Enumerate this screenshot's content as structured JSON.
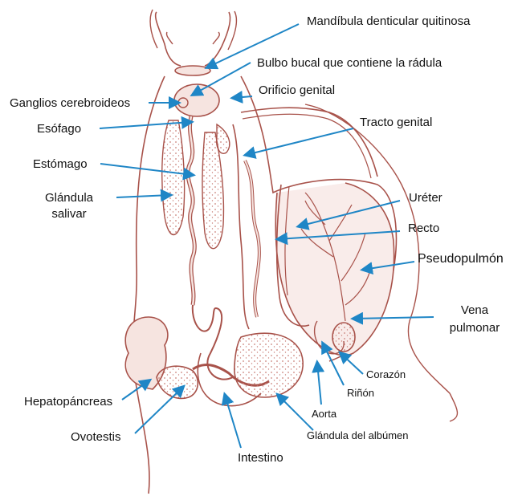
{
  "diagram": {
    "colors": {
      "outline": "#a8524a",
      "fill": "#f6e4e0",
      "dots": "#c98078",
      "arrow": "#1f86c6",
      "text": "#111111"
    },
    "labels": {
      "mandibula": "Mandíbula denticular quitinosa",
      "bulbo": "Bulbo bucal que contiene la rádula",
      "ganglios": "Ganglios cerebroideos",
      "orificio": "Orificio genital",
      "esofago": "Esófago",
      "tracto": "Tracto genital",
      "estomago": "Estómago",
      "glandula_salivar_1": "Glándula",
      "glandula_salivar_2": "salivar",
      "ureter": "Uréter",
      "recto": "Recto",
      "pseudopulmon": "Pseudopulmón",
      "vena_1": "Vena",
      "vena_2": "pulmonar",
      "corazon": "Corazón",
      "rinon": "Riñón",
      "hepatopancreas": "Hepatopáncreas",
      "aorta": "Aorta",
      "ovotestis": "Ovotestis",
      "glandula_albumen": "Glándula del albúmen",
      "intestino": "Intestino"
    }
  }
}
